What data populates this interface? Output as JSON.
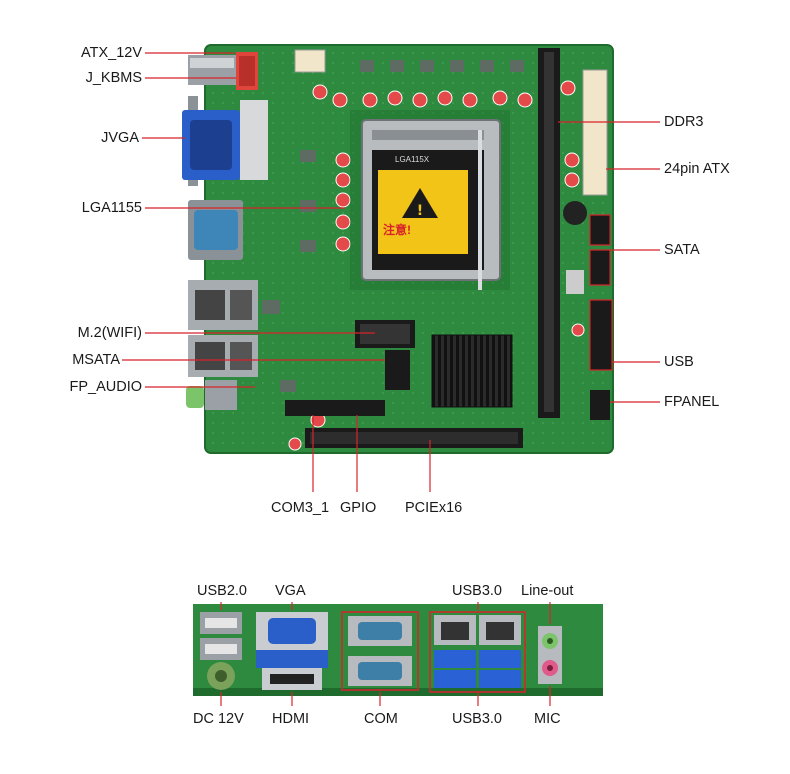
{
  "board_labels": {
    "atx12v": "ATX_12V",
    "jkbms": "J_KBMS",
    "jvga": "JVGA",
    "lga": "LGA1155",
    "m2": "M.2(WIFI)",
    "msata": "MSATA",
    "fpaudio": "FP_AUDIO",
    "ddr3": "DDR3",
    "atx24": "24pin ATX",
    "sata": "SATA",
    "usb": "USB",
    "fpanel": "FPANEL",
    "com3": "COM3_1",
    "gpio": "GPIO",
    "pcie": "PCIEx16"
  },
  "io_labels": {
    "usb20": "USB2.0",
    "vga": "VGA",
    "usb30_top": "USB3.0",
    "lineout": "Line-out",
    "dc12v": "DC 12V",
    "hdmi": "HDMI",
    "com": "COM",
    "usb30_bot": "USB3.0",
    "mic": "MIC"
  },
  "socket": {
    "name": "LGA115X",
    "warning": "注意!"
  },
  "colors": {
    "pcb": "#2e8a3e",
    "pcb_dark": "#1f6b2e",
    "callout": "#d8232a",
    "vga_blue": "#2a5ec8",
    "usb3_blue": "#2a62d6",
    "audio_green": "#7cc46a",
    "audio_pink": "#e05a8a",
    "warning_yellow": "#f2c418"
  }
}
